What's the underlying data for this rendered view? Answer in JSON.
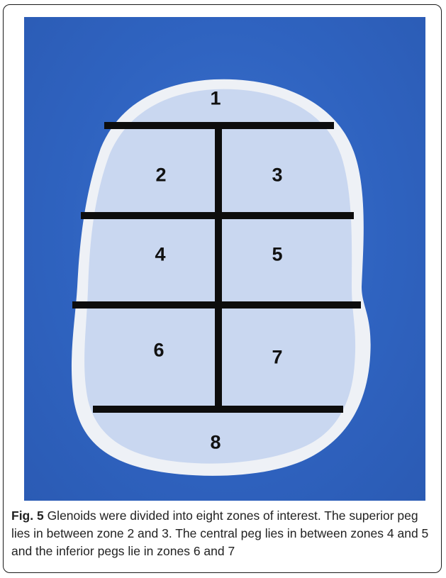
{
  "figure": {
    "label": "Fig. 5",
    "caption": " Glenoids were divided into eight zones of interest. The superior peg lies in between zone 2 and 3. The central peg lies in between zones 4 and 5 and the inferior pegs lie in zones 6 and 7"
  },
  "zones": [
    "1",
    "2",
    "3",
    "4",
    "5",
    "6",
    "7",
    "8"
  ],
  "colors": {
    "background_blue": "#2f63c0",
    "glenoid_outer": "#eef1f6",
    "zone_fill": "#c9d7f0",
    "line": "#0d0d0d"
  }
}
